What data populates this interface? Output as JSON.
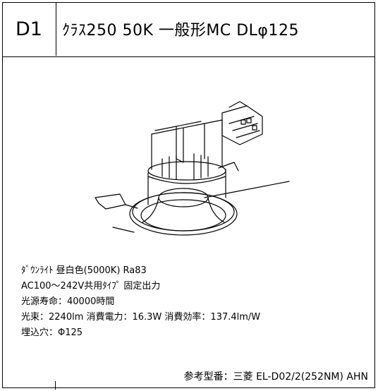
{
  "header": {
    "code": "D1",
    "title": "ｸﾗｽ250 50K 一般形MC DLφ125"
  },
  "specs": [
    "ﾀﾞｳﾝﾗｲﾄ 昼白色(5000K) Ra83",
    "AC100～242V共用ﾀｲﾌﾟ 固定出力",
    "光源寿命：40000時間",
    "光束：2240lm 消費電力：16.3W 消費効率：137.4lm/W",
    "埋込穴：Φ125"
  ],
  "reference": "参考型番：三菱 EL-D02/2(252NM) AHN"
}
